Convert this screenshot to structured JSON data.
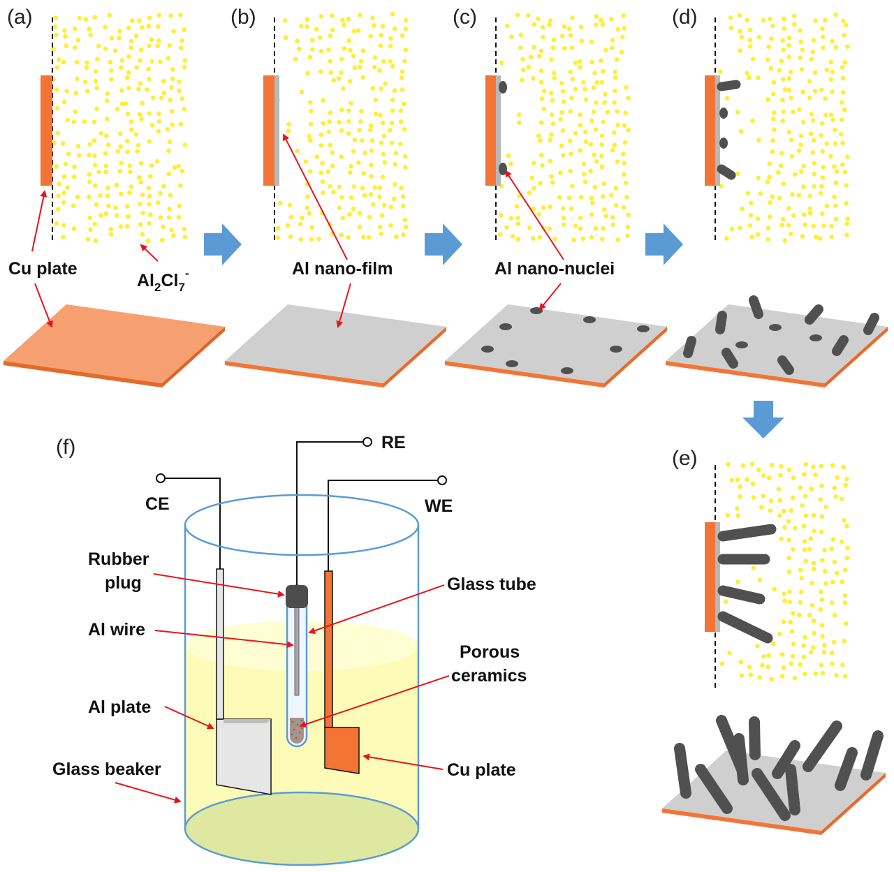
{
  "panels": {
    "a": "(a)",
    "b": "(b)",
    "c": "(c)",
    "d": "(d)",
    "e": "(e)",
    "f": "(f)"
  },
  "labels": {
    "cu_plate_a": "Cu plate",
    "anion_base": "Al",
    "anion_sub1": "2",
    "anion_mid": "Cl",
    "anion_sub2": "7",
    "anion_sup": "-",
    "al_nano_film": "Al nano-film",
    "al_nano_nuclei": "Al nano-nuclei"
  },
  "cell": {
    "ce": "CE",
    "re": "RE",
    "we": "WE",
    "rubber_plug_1": "Rubber",
    "rubber_plug_2": "plug",
    "glass_tube": "Glass tube",
    "al_wire": "Al wire",
    "porous_1": "Porous",
    "porous_2": "ceramics",
    "al_plate": "Al plate",
    "glass_beaker": "Glass beaker",
    "cu_plate": "Cu plate"
  },
  "colors": {
    "copper": "#f47435",
    "copper_light": "#f6a071",
    "aluminum_film": "#c8c8c8",
    "nanorod": "#505050",
    "electrolyte_dot": "#ffee33",
    "arrow_flow": "#5b9bd5",
    "pointer": "#e8141c",
    "beaker_outline": "#5b9bd5",
    "electrolyte": "#fdfbb8"
  }
}
